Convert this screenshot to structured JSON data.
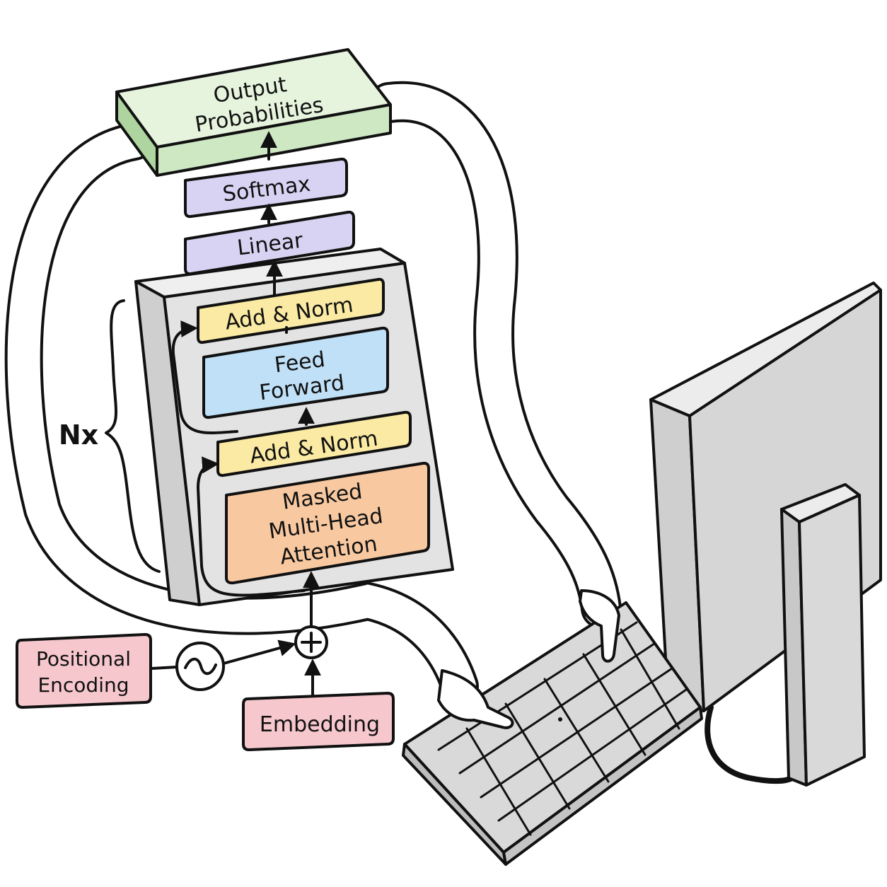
{
  "diagram": {
    "output": {
      "line1": "Output",
      "line2": "Probabilities"
    },
    "softmax": "Softmax",
    "linear": "Linear",
    "add_norm_top": "Add & Norm",
    "feed_forward": {
      "line1": "Feed",
      "line2": "Forward"
    },
    "add_norm_bottom": "Add & Norm",
    "attention": {
      "line1": "Masked",
      "line2": "Multi-Head",
      "line3": "Attention"
    },
    "repeat": "Nx",
    "positional_encoding": {
      "line1": "Positional",
      "line2": "Encoding"
    },
    "embedding": "Embedding"
  },
  "colors": {
    "output": "#cfe8c4",
    "softmax": "#d9d3f3",
    "linear": "#d9d3f3",
    "add_norm": "#faeaa3",
    "feed_forward": "#bfe0f6",
    "attention": "#f8c9a1",
    "input_boxes": "#f6c7cd",
    "stack_gray": "#e1e1e1",
    "computer_gray": "#d6d6d6"
  },
  "icons": [
    "sine-wave-icon",
    "plus-circle-icon",
    "computer-monitor-icon",
    "keyboard-icon",
    "hand-icon"
  ]
}
